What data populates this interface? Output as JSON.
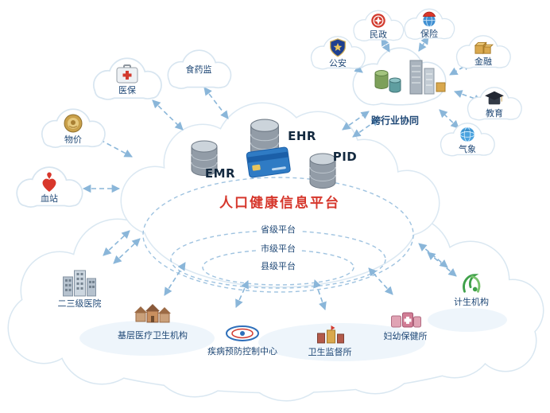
{
  "platform": {
    "title": "人口健康信息平台",
    "databases": [
      {
        "label": "EMR"
      },
      {
        "label": "EHR"
      },
      {
        "label": "PID"
      }
    ],
    "levels": [
      {
        "label": "省级平台"
      },
      {
        "label": "市级平台"
      },
      {
        "label": "县级平台"
      }
    ]
  },
  "left_nodes": [
    {
      "label": "医保",
      "icon": "medical-case-icon"
    },
    {
      "label": "食药监",
      "icon": "cloud-icon"
    },
    {
      "label": "物价",
      "icon": "price-emblem-icon"
    },
    {
      "label": "血站",
      "icon": "blood-station-icon"
    }
  ],
  "cross_industry": {
    "label": "跨行业协同",
    "nodes": [
      {
        "label": "公安",
        "icon": "police-badge-icon"
      },
      {
        "label": "民政",
        "icon": "civil-affairs-emblem-icon"
      },
      {
        "label": "保险",
        "icon": "insurance-globe-icon"
      },
      {
        "label": "金融",
        "icon": "gold-blocks-icon"
      },
      {
        "label": "教育",
        "icon": "graduation-cap-icon"
      },
      {
        "label": "气象",
        "icon": "globe-icon"
      }
    ]
  },
  "bottom_nodes": [
    {
      "label": "二三级医院",
      "icon": "hospital-buildings-icon"
    },
    {
      "label": "基层医疗卫生机构",
      "icon": "village-houses-icon"
    },
    {
      "label": "疾病预防控制中心",
      "icon": "cdc-emblem-icon"
    },
    {
      "label": "卫生监督所",
      "icon": "supervision-cluster-icon"
    },
    {
      "label": "妇幼保健所",
      "icon": "maternal-care-icon"
    },
    {
      "label": "计生机构",
      "icon": "family-planning-icon"
    }
  ],
  "colors": {
    "title_red": "#d6372c",
    "label_navy": "#1f4876",
    "arrow_blue": "#8ab6d9",
    "cloud_stroke": "#d7e5f0"
  }
}
